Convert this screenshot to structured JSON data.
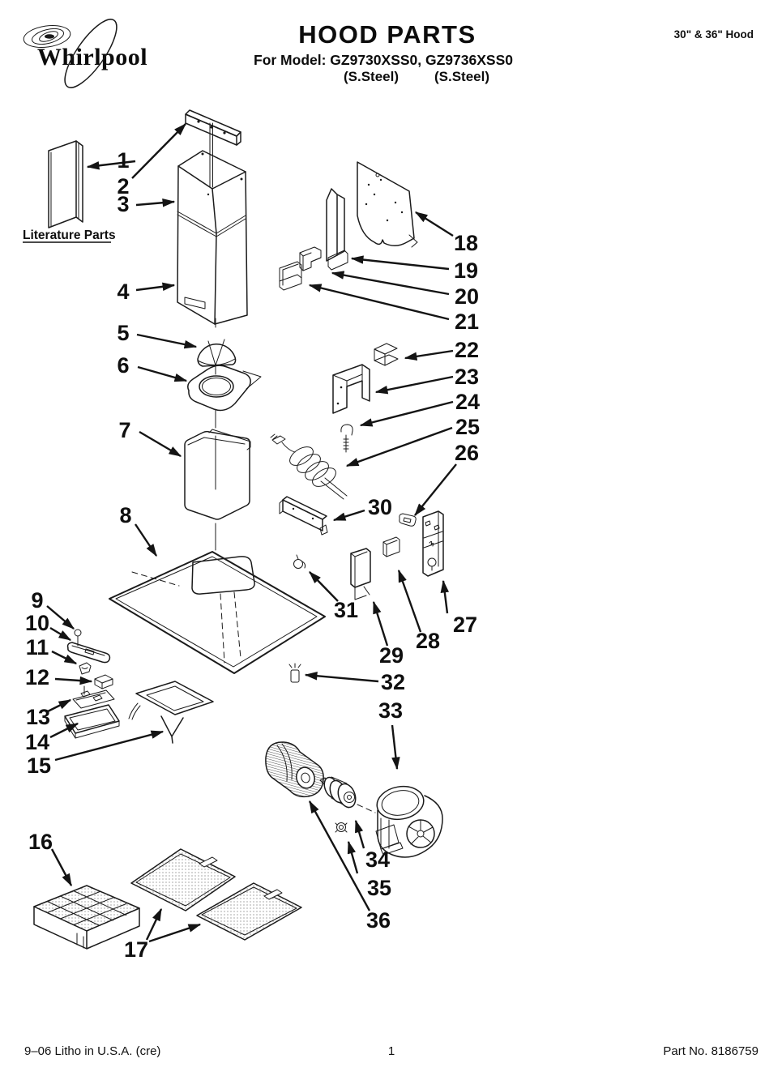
{
  "header": {
    "brand": "Whirlpool",
    "title": "HOOD PARTS",
    "model_line": "For Model: GZ9730XSS0, GZ9736XSS0",
    "steel_left": "(S.Steel)",
    "steel_right": "(S.Steel)",
    "size_label": "30\" & 36\" Hood"
  },
  "diagram": {
    "literature_label": "Literature Parts",
    "callouts": [
      "1",
      "2",
      "3",
      "4",
      "5",
      "6",
      "7",
      "8",
      "9",
      "10",
      "11",
      "12",
      "13",
      "14",
      "15",
      "16",
      "17",
      "18",
      "19",
      "20",
      "21",
      "22",
      "23",
      "24",
      "25",
      "26",
      "27",
      "28",
      "29",
      "30",
      "31",
      "32",
      "33",
      "34",
      "35",
      "36"
    ]
  },
  "footer": {
    "litho": "9–06 Litho in U.S.A. (cre)",
    "page_number": "1",
    "part_no": "Part No. 8186759"
  },
  "colors": {
    "ink": "#1b1b1b",
    "paper": "#ffffff"
  }
}
